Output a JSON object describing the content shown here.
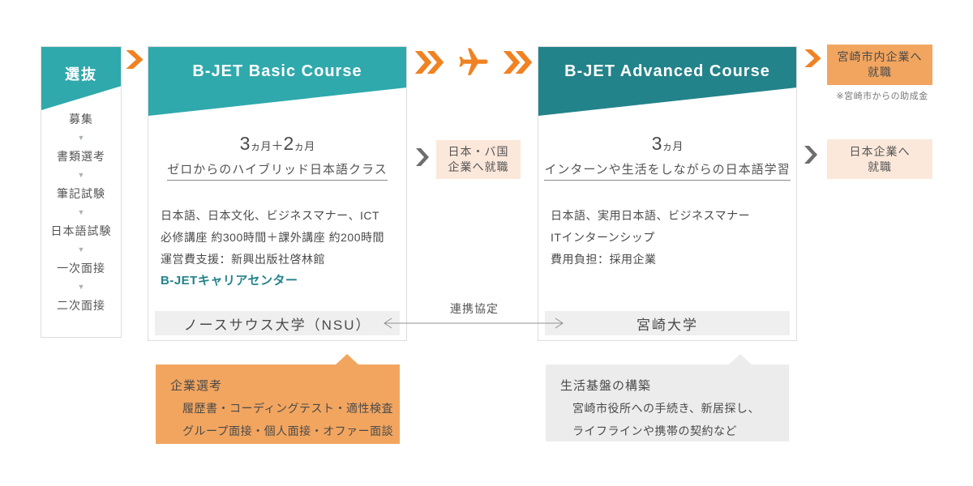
{
  "colors": {
    "teal": "#2FA9AC",
    "tealDark": "#23838A",
    "orange": "#F08222",
    "orangeBox": "#F2A55F",
    "peach": "#FBE8DA",
    "grayBar": "#EFEFEF",
    "grayBox": "#ECECEC",
    "chevGray": "#6E6E6E"
  },
  "icons": {
    "step_down_arrow": "▼"
  },
  "selection": {
    "title": "選抜",
    "steps": [
      "募集",
      "書類選考",
      "筆記試験",
      "日本語試験",
      "一次面接",
      "二次面接"
    ]
  },
  "basic_course": {
    "title": "B-JET Basic Course",
    "duration": {
      "n1": "3",
      "u1": "ヵ月",
      "plus": "＋",
      "n2": "2",
      "u2": "ヵ月"
    },
    "subtitle": "ゼロからのハイブリッド日本語クラス",
    "details": [
      "日本語、日本文化、ビジネスマナー、ICT",
      "必修講座 約300時間＋課外講座 約200時間",
      "運営費支援：新興出版社啓林館"
    ],
    "highlight": "B-JETキャリアセンター",
    "university": "ノースサウス大学（NSU）"
  },
  "advanced_course": {
    "title": "B-JET Advanced Course",
    "duration": {
      "n1": "3",
      "u1": "ヵ月"
    },
    "subtitle": "インターンや生活をしながらの日本語学習",
    "details": [
      "日本語、実用日本語、ビジネスマナー",
      "ITインターンシップ",
      "費用負担：採用企業"
    ],
    "university": "宮崎大学"
  },
  "partnership_label": "連携協定",
  "outcomes": {
    "mid": {
      "line1": "日本・バ国",
      "line2": "企業へ就職"
    },
    "miyazaki": {
      "line1": "宮崎市内企業へ",
      "line2": "就職",
      "note": "※宮崎市からの助成金"
    },
    "japan": {
      "line1": "日本企業へ",
      "line2": "就職"
    }
  },
  "callouts": {
    "company_selection": {
      "title": "企業選考",
      "lines": [
        "履歴書・コーディングテスト・適性検査",
        "グループ面接・個人面接・オファー面談"
      ]
    },
    "life_setup": {
      "title": "生活基盤の構築",
      "lines": [
        "宮崎市役所への手続き、新居探し、",
        "ライフラインや携帯の契約など"
      ]
    }
  }
}
